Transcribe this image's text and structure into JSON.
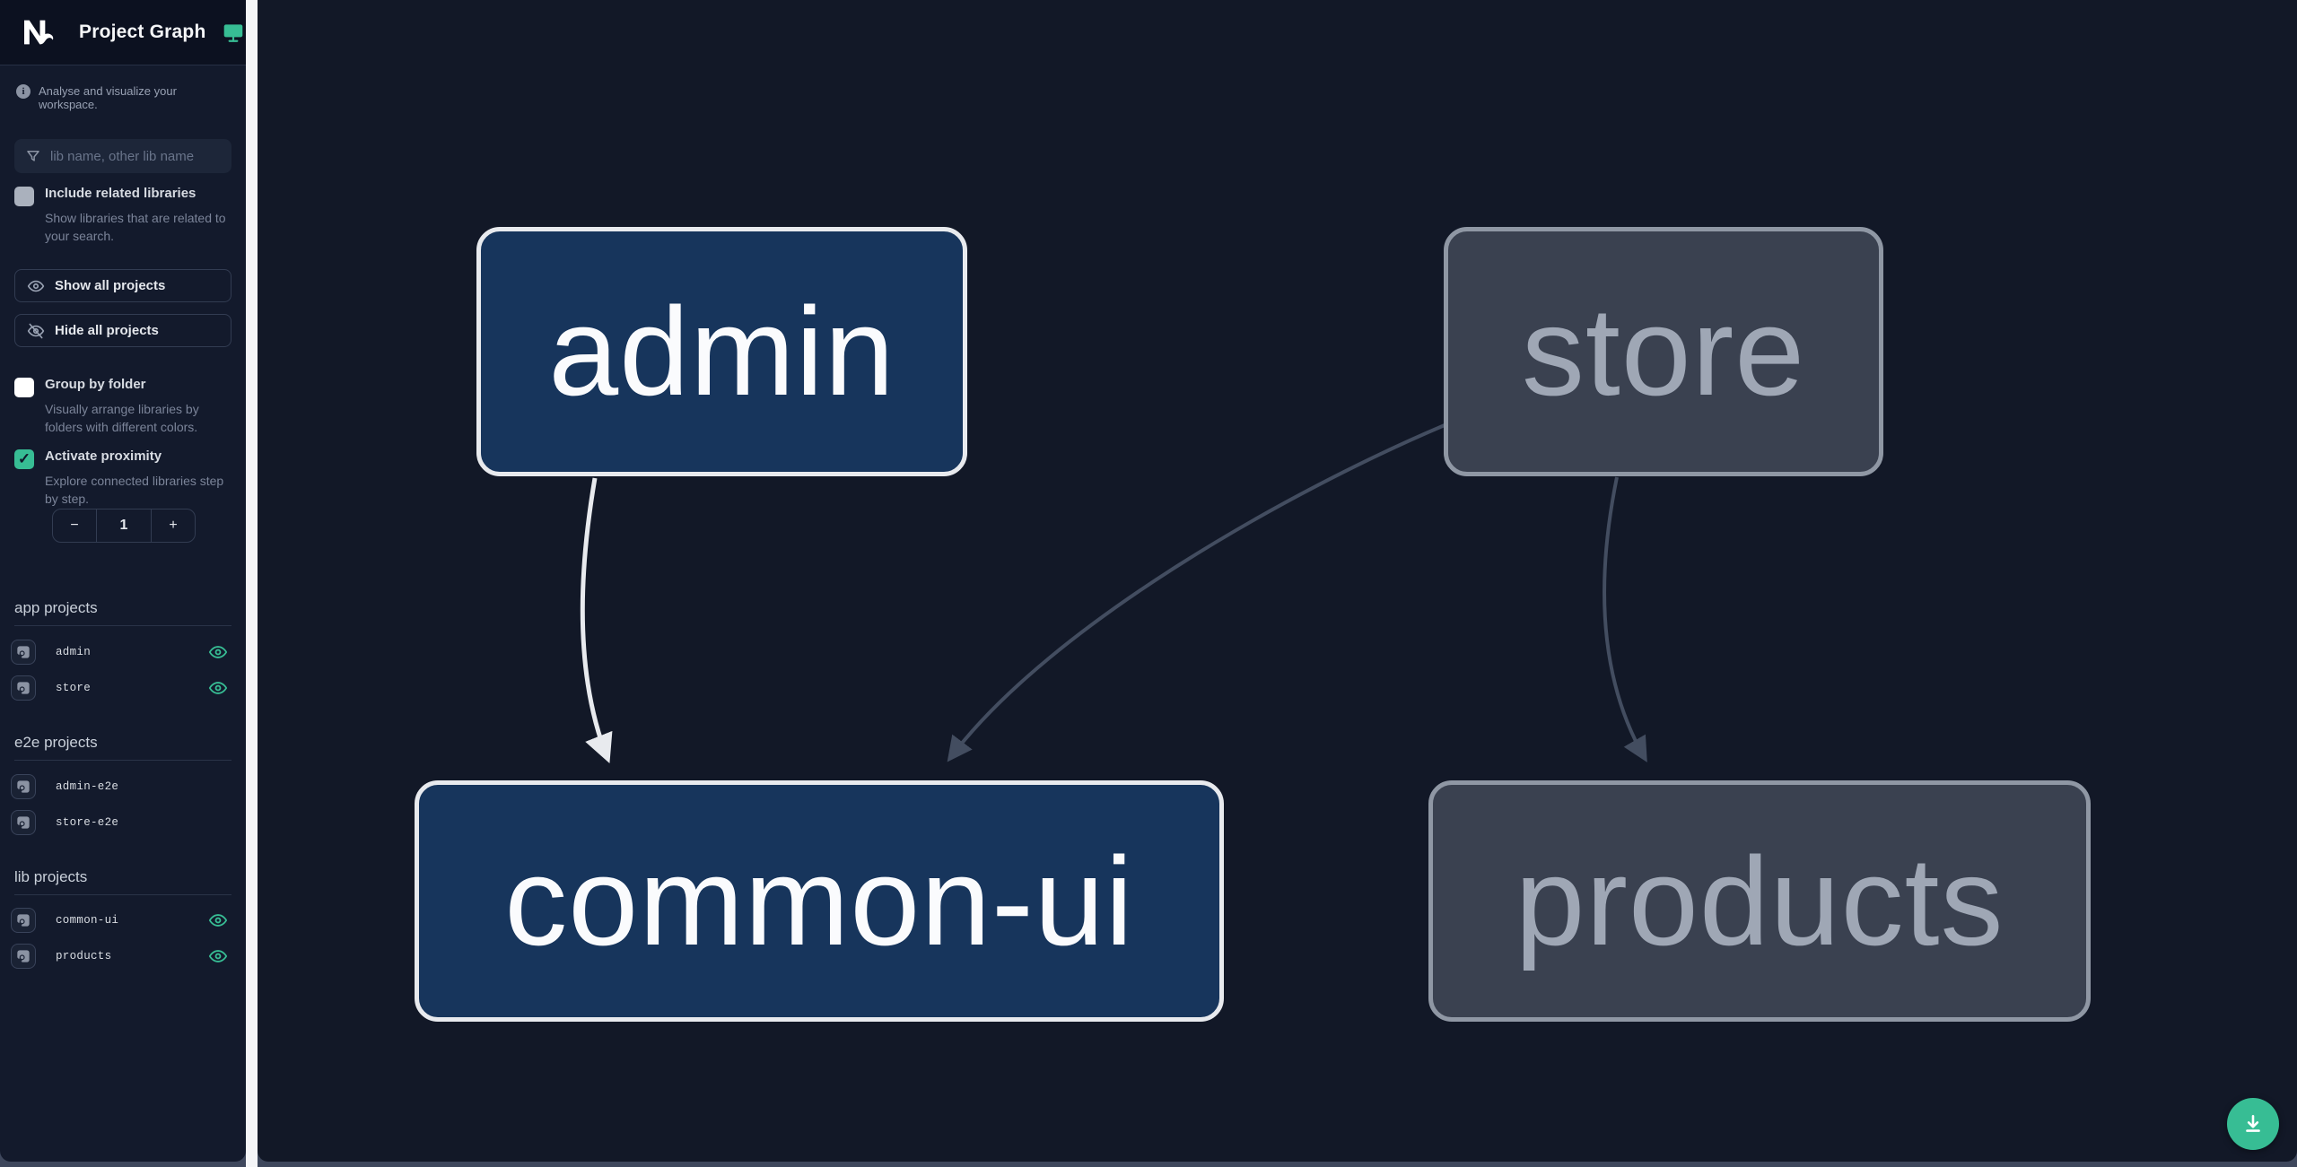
{
  "app": {
    "title": "Project Graph"
  },
  "sidebar": {
    "subtitle": "Analyse and visualize your workspace.",
    "search": {
      "placeholder": "lib name, other lib name"
    },
    "include_related": {
      "label": "Include related libraries",
      "description": "Show libraries that are related to your search.",
      "checked": false
    },
    "show_all_label": "Show all projects",
    "hide_all_label": "Hide all projects",
    "group_by_folder": {
      "label": "Group by folder",
      "description": "Visually arrange libraries by folders with different colors.",
      "checked": false
    },
    "activate_proximity": {
      "label": "Activate proximity",
      "description": "Explore connected libraries step by step.",
      "checked": true,
      "check_glyph": "✓"
    },
    "stepper": {
      "decrement": "−",
      "value": "1",
      "increment": "+"
    },
    "sections": [
      {
        "title": "app projects",
        "items": [
          {
            "name": "admin",
            "visible": true
          },
          {
            "name": "store",
            "visible": true
          }
        ]
      },
      {
        "title": "e2e projects",
        "items": [
          {
            "name": "admin-e2e",
            "visible": false
          },
          {
            "name": "store-e2e",
            "visible": false
          }
        ]
      },
      {
        "title": "lib projects",
        "items": [
          {
            "name": "common-ui",
            "visible": true
          },
          {
            "name": "products",
            "visible": true
          }
        ]
      }
    ]
  },
  "graph": {
    "nodes": [
      {
        "id": "admin",
        "label": "admin",
        "state": "focused"
      },
      {
        "id": "store",
        "label": "store",
        "state": "faded"
      },
      {
        "id": "common-ui",
        "label": "common-ui",
        "state": "focused"
      },
      {
        "id": "products",
        "label": "products",
        "state": "faded"
      }
    ],
    "edges": [
      {
        "from": "admin",
        "to": "common-ui",
        "state": "focused"
      },
      {
        "from": "store",
        "to": "common-ui",
        "state": "faded"
      },
      {
        "from": "store",
        "to": "products",
        "state": "faded"
      }
    ]
  },
  "colors": {
    "accent": "#37bd94",
    "node_focused_bg": "#17355c",
    "node_focused_border": "#e8eaee",
    "node_focused_text": "#fafbfd",
    "node_faded_bg": "#3a4150",
    "node_faded_border": "#8f97a4",
    "node_faded_text": "#9fa7b5",
    "edge_focused": "#e8eaee",
    "edge_faded": "#434d60"
  }
}
